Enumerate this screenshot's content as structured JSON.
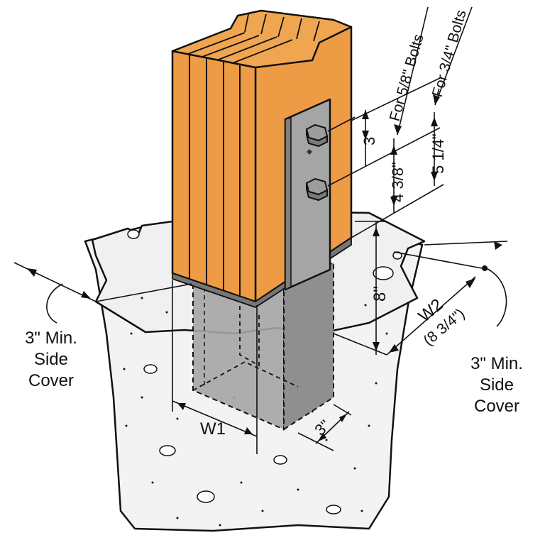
{
  "colors": {
    "wood": "#ee9b45",
    "wood_dark": "#d88733",
    "steel": "#a5a5a5",
    "steel_dark": "#7f7f7f",
    "concrete": "#f3f3f3",
    "line": "#111111"
  },
  "icons": [
    "hex-bolt-icon",
    "hex-bolt-icon"
  ],
  "labels": {
    "left_cover": [
      "3\" Min.",
      "Side",
      "Cover"
    ],
    "right_cover": [
      "3\" Min.",
      "Side",
      "Cover"
    ],
    "bolt_58": "For 5/8\" Bolts",
    "bolt_34": "For 3/4\" Bolts",
    "dim_top": "3\"",
    "dim_438": "4 3/8\"",
    "dim_514": "5 1/4\"",
    "dim_8": "8\"",
    "w2": "W2",
    "w2_sub": "(8 3/4\")",
    "w1": "W1",
    "dim_3_bottom": "3\""
  }
}
